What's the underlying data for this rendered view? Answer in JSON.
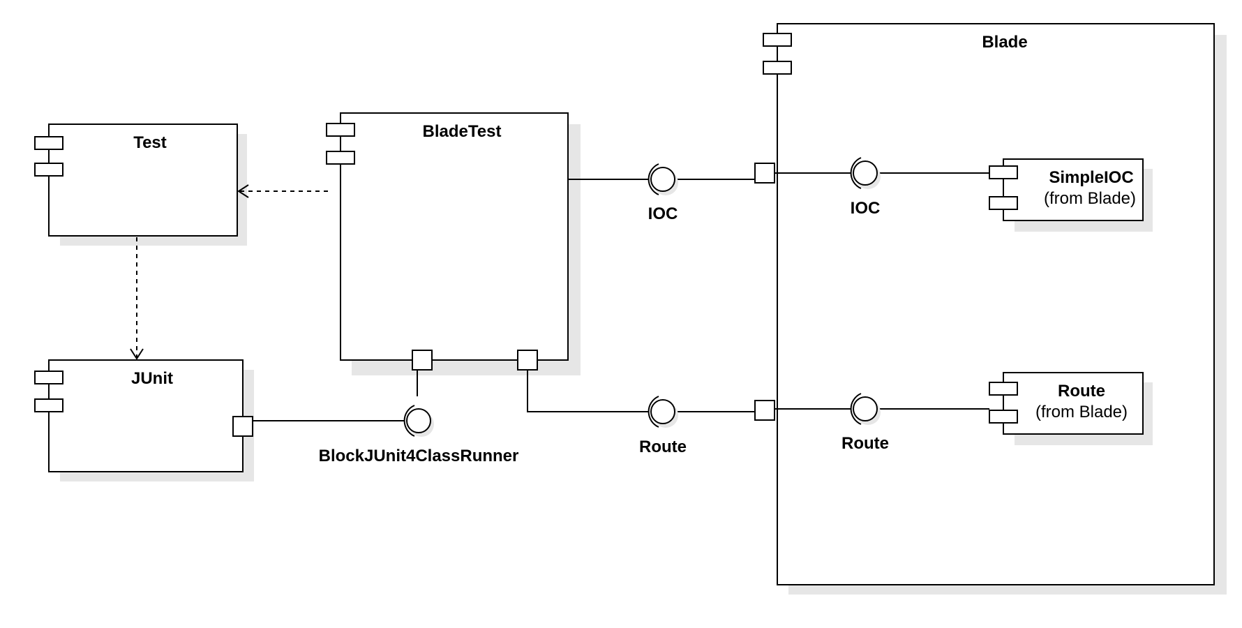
{
  "components": {
    "test": {
      "name": "Test"
    },
    "junit": {
      "name": "JUnit"
    },
    "bladetest": {
      "name": "BladeTest"
    },
    "blade": {
      "name": "Blade"
    },
    "simpleioc": {
      "name": "SimpleIOC",
      "from": "(from Blade)"
    },
    "route": {
      "name": "Route",
      "from": "(from Blade)"
    }
  },
  "interfaces": {
    "ioc_outer": "IOC",
    "ioc_inner": "IOC",
    "route_outer": "Route",
    "route_inner": "Route",
    "runner": "BlockJUnit4ClassRunner"
  }
}
